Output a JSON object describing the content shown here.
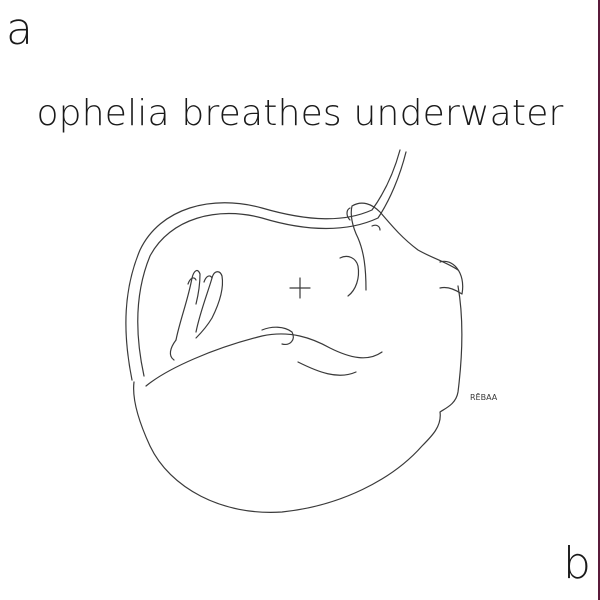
{
  "corner_top_left": "a",
  "corner_bottom_right": "b",
  "title": "ophelia breathes underwater",
  "illustration": {
    "subject": "curled-rat-line-drawing-icon",
    "center_mark": "+",
    "signature": "RĒBAA"
  },
  "colors": {
    "text": "#1a1a1a",
    "line_art": "#3a3a3a",
    "edge_accent": "#5a1a3a",
    "background": "#ffffff"
  }
}
